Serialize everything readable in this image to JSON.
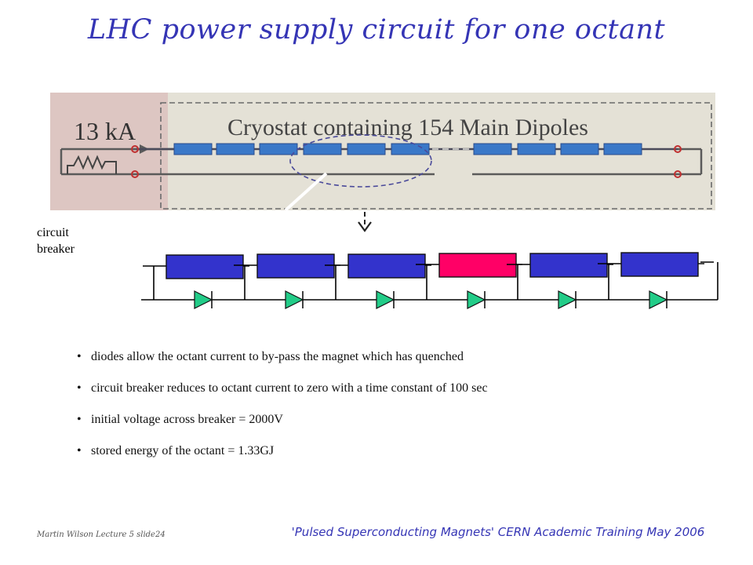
{
  "slide": {
    "title": "LHC power supply circuit for one octant",
    "photo": {
      "current_label": "13 kA",
      "cryostat_label": "Cryostat containing 154 Main Dipoles",
      "left_group_dipoles": 6,
      "right_group_dipoles": 4
    },
    "circuit": {
      "breaker_label": "circuit breaker",
      "magnets": [
        {
          "state": "normal",
          "color": "#3333cc"
        },
        {
          "state": "normal",
          "color": "#3333cc"
        },
        {
          "state": "normal",
          "color": "#3333cc"
        },
        {
          "state": "quenched",
          "color": "#ff0066"
        },
        {
          "state": "normal",
          "color": "#3333cc"
        },
        {
          "state": "normal",
          "color": "#3333cc"
        }
      ],
      "diode_color": "#22cc88"
    },
    "bullets": [
      "diodes allow the octant current to by-pass the magnet which has quenched",
      "circuit breaker reduces to octant current to zero with a time constant of 100 sec",
      "initial voltage across breaker = 2000V",
      "stored energy of the octant = 1.33GJ"
    ],
    "footer": {
      "author": "Martin Wilson Lecture 5 slide24",
      "course": "'Pulsed Superconducting Magnets' CERN Academic Training May 2006"
    }
  }
}
